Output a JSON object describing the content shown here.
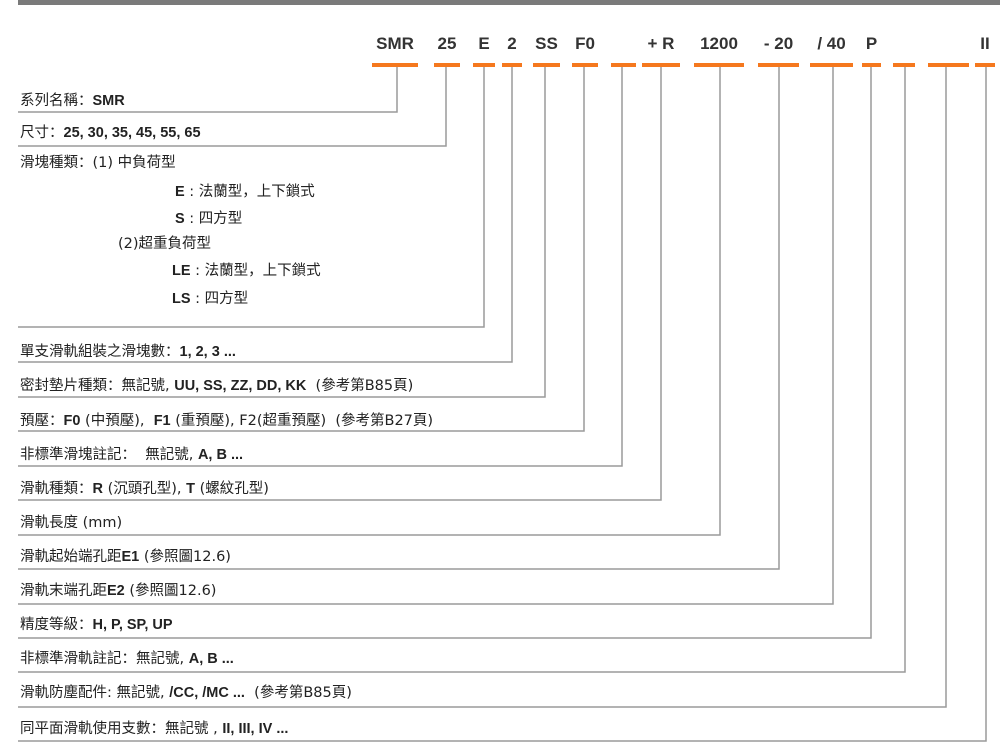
{
  "colors": {
    "accent": "#f5781e",
    "line": "#9a9a9a",
    "topbar": "#7a7a7a"
  },
  "codes": [
    "SMR",
    "25",
    "E",
    "2",
    "SS",
    "F0",
    "",
    "+ R",
    "1200",
    "- 20",
    "/ 40",
    "P",
    "",
    "",
    "II"
  ],
  "rows": [
    {
      "name": "series-name",
      "parts": [
        {
          "t": "系列名稱："
        },
        {
          "t": "SMR",
          "b": true
        }
      ]
    },
    {
      "name": "size",
      "parts": [
        {
          "t": "尺寸："
        },
        {
          "t": "25, 30, 35, 45, 55, 65",
          "b": true
        }
      ]
    },
    {
      "name": "block-type",
      "parts": [
        {
          "t": "滑塊種類：(1) 中負荷型"
        }
      ]
    },
    {
      "name": "block-type-e",
      "parts": [
        {
          "t": "E",
          "b": true
        },
        {
          "t": " : 法蘭型，上下鎖式"
        }
      ]
    },
    {
      "name": "block-type-s",
      "parts": [
        {
          "t": "S",
          "b": true
        },
        {
          "t": " : 四方型"
        }
      ]
    },
    {
      "name": "block-type-heavy",
      "parts": [
        {
          "t": "(2)超重負荷型"
        }
      ]
    },
    {
      "name": "block-type-le",
      "parts": [
        {
          "t": "LE",
          "b": true
        },
        {
          "t": " : 法蘭型，上下鎖式"
        }
      ]
    },
    {
      "name": "block-type-ls",
      "parts": [
        {
          "t": "LS",
          "b": true
        },
        {
          "t": " : 四方型"
        }
      ]
    },
    {
      "name": "blocks-per-rail",
      "parts": [
        {
          "t": "單支滑軌組裝之滑塊數："
        },
        {
          "t": "1, 2, 3 ...",
          "b": true
        }
      ]
    },
    {
      "name": "seal-type",
      "parts": [
        {
          "t": "密封墊片種類：無記號, "
        },
        {
          "t": "UU, SS, ZZ, DD, KK",
          "b": true
        },
        {
          "t": "  (參考第B85頁)"
        }
      ]
    },
    {
      "name": "preload",
      "parts": [
        {
          "t": "預壓："
        },
        {
          "t": "F0",
          "b": true
        },
        {
          "t": " (中預壓),  "
        },
        {
          "t": "F1",
          "b": true
        },
        {
          "t": " (重預壓), F2(超重預壓)  (參考第B27頁)"
        }
      ]
    },
    {
      "name": "nonstandard-block",
      "parts": [
        {
          "t": "非標準滑塊註記：  無記號, "
        },
        {
          "t": "A, B ...",
          "b": true
        }
      ]
    },
    {
      "name": "rail-type",
      "parts": [
        {
          "t": "滑軌種類："
        },
        {
          "t": "R",
          "b": true
        },
        {
          "t": " (沉頭孔型), "
        },
        {
          "t": "T",
          "b": true
        },
        {
          "t": " (螺紋孔型)"
        }
      ]
    },
    {
      "name": "rail-length",
      "parts": [
        {
          "t": "滑軌長度 (mm)"
        }
      ]
    },
    {
      "name": "rail-e1",
      "parts": [
        {
          "t": "滑軌起始端孔距"
        },
        {
          "t": "E1",
          "b": true
        },
        {
          "t": " (參照圖12.6)"
        }
      ]
    },
    {
      "name": "rail-e2",
      "parts": [
        {
          "t": "滑軌末端孔距"
        },
        {
          "t": "E2",
          "b": true
        },
        {
          "t": " (參照圖12.6)"
        }
      ]
    },
    {
      "name": "accuracy",
      "parts": [
        {
          "t": "精度等級："
        },
        {
          "t": "H, P, SP, UP",
          "b": true
        }
      ]
    },
    {
      "name": "nonstandard-rail",
      "parts": [
        {
          "t": "非標準滑軌註記：無記號, "
        },
        {
          "t": "A, B ...",
          "b": true
        }
      ]
    },
    {
      "name": "rail-dust-cover",
      "parts": [
        {
          "t": "滑軌防塵配件: 無記號, "
        },
        {
          "t": "/CC, /MC ...",
          "b": true
        },
        {
          "t": "  (參考第B85頁)"
        }
      ]
    },
    {
      "name": "rails-same-plane",
      "parts": [
        {
          "t": "同平面滑軌使用支數：無記號 , "
        },
        {
          "t": "II, III, IV ...",
          "b": true
        }
      ]
    }
  ]
}
